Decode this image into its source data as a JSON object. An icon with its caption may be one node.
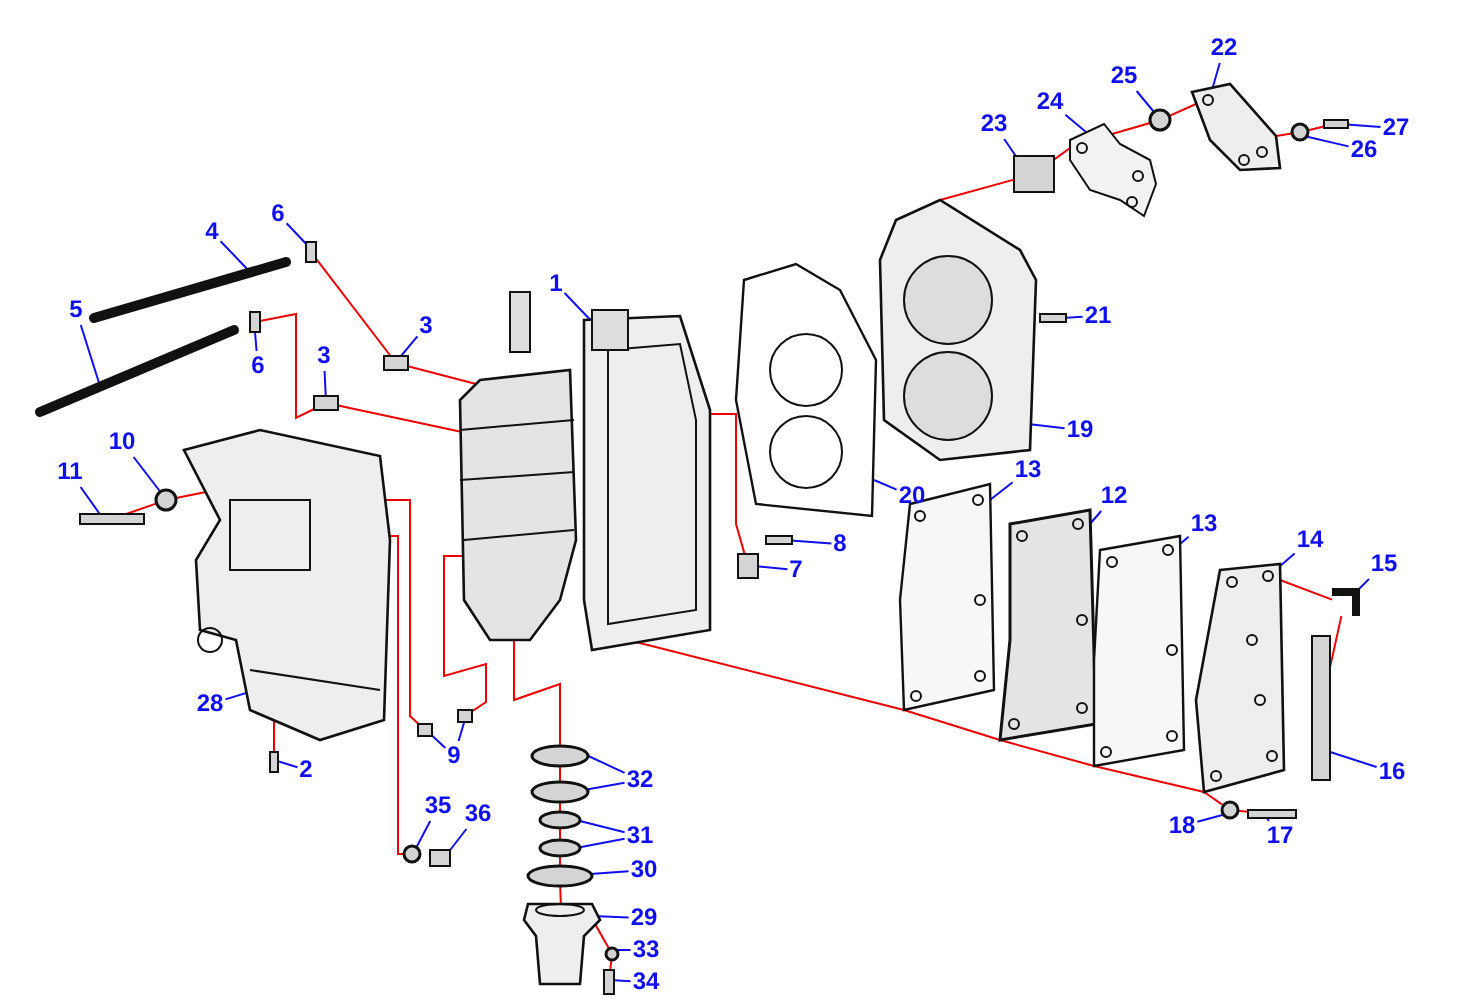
{
  "diagram": {
    "nodes": [
      {
        "text": [
          "22"
        ]
      },
      {
        "text": [
          "25"
        ]
      },
      {
        "text": [
          "24"
        ]
      },
      {
        "text": [
          "23"
        ]
      },
      {
        "text": [
          "27"
        ]
      },
      {
        "text": [
          "26"
        ]
      },
      {
        "text": [
          "6"
        ]
      },
      {
        "text": [
          "4"
        ]
      },
      {
        "text": [
          "1"
        ]
      },
      {
        "text": [
          "21"
        ]
      },
      {
        "text": [
          "3"
        ]
      },
      {
        "text": [
          "6"
        ]
      },
      {
        "text": [
          "3"
        ]
      },
      {
        "text": [
          "5"
        ]
      },
      {
        "text": [
          "19"
        ]
      },
      {
        "text": [
          "10"
        ]
      },
      {
        "text": [
          "13"
        ]
      },
      {
        "text": [
          "11"
        ]
      },
      {
        "text": [
          "20"
        ]
      },
      {
        "text": [
          "12"
        ]
      },
      {
        "text": [
          "13"
        ]
      },
      {
        "text": [
          "8"
        ]
      },
      {
        "text": [
          "14"
        ]
      },
      {
        "text": [
          "7"
        ]
      },
      {
        "text": [
          "15"
        ]
      },
      {
        "text": [
          "28"
        ]
      },
      {
        "text": [
          "9"
        ]
      },
      {
        "text": [
          "2"
        ]
      },
      {
        "text": [
          "16"
        ]
      },
      {
        "text": [
          "32"
        ]
      },
      {
        "text": [
          "35"
        ]
      },
      {
        "text": [
          "36"
        ]
      },
      {
        "text": [
          "18"
        ]
      },
      {
        "text": [
          "31"
        ]
      },
      {
        "text": [
          "17"
        ]
      },
      {
        "text": [
          "30"
        ]
      },
      {
        "text": [
          "29"
        ]
      },
      {
        "text": [
          "33"
        ]
      },
      {
        "text": [
          "34"
        ]
      },
      {
        "text": [],
        "shape": "picture"
      },
      {
        "text": [],
        "shape": "picture"
      },
      {
        "text": [],
        "shape": "box"
      },
      {
        "text": [],
        "shape": "box"
      },
      {
        "text": [],
        "shape": "box"
      },
      {
        "text": [],
        "shape": "box"
      },
      {
        "text": [],
        "shape": "picture"
      },
      {
        "text": [],
        "shape": "picture"
      },
      {
        "text": [],
        "shape": "picture"
      },
      {
        "text": [],
        "shape": "box"
      },
      {
        "text": [],
        "shape": "box"
      },
      {
        "text": [],
        "shape": "picture"
      },
      {
        "text": [],
        "shape": "picture"
      },
      {
        "text": [],
        "shape": "box"
      },
      {
        "text": [],
        "shape": "box"
      },
      {
        "text": [],
        "shape": "picture"
      },
      {
        "text": [],
        "shape": "circle"
      },
      {
        "text": [],
        "shape": "picture"
      },
      {
        "text": [],
        "shape": "circle"
      },
      {
        "text": [],
        "shape": "box"
      },
      {
        "text": [],
        "shape": "picture"
      },
      {
        "text": [],
        "shape": "picture"
      },
      {
        "text": [],
        "shape": "picture"
      },
      {
        "text": [],
        "shape": "picture"
      },
      {
        "text": [],
        "shape": "picture"
      },
      {
        "text": [],
        "shape": "box"
      },
      {
        "text": [],
        "shape": "circle"
      },
      {
        "text": [],
        "shape": "box"
      },
      {
        "text": [],
        "shape": "box"
      },
      {
        "text": [],
        "shape": "circle"
      },
      {
        "text": [],
        "shape": "box"
      },
      {
        "text": [],
        "shape": "box"
      },
      {
        "text": [],
        "shape": "box"
      },
      {
        "text": [],
        "shape": "circle"
      },
      {
        "text": [],
        "shape": "box"
      },
      {
        "text": [],
        "shape": "circle"
      },
      {
        "text": [],
        "shape": "circle"
      },
      {
        "text": [],
        "shape": "circle"
      },
      {
        "text": [],
        "shape": "circle"
      },
      {
        "text": [],
        "shape": "circle"
      },
      {
        "text": [],
        "shape": "picture"
      },
      {
        "text": [],
        "shape": "circle"
      },
      {
        "text": [],
        "shape": "box"
      }
    ],
    "edges": [
      {
        "from": 0,
        "to": 56,
        "arrow": "none"
      },
      {
        "from": 1,
        "to": 55,
        "arrow": "none"
      },
      {
        "from": 2,
        "to": 54,
        "arrow": "none"
      },
      {
        "from": 3,
        "to": 53,
        "arrow": "none"
      },
      {
        "from": 4,
        "to": 58,
        "arrow": "none"
      },
      {
        "from": 5,
        "to": 57,
        "arrow": "none"
      },
      {
        "from": 6,
        "to": 41,
        "arrow": "none"
      },
      {
        "from": 7,
        "to": 39,
        "arrow": "none"
      },
      {
        "from": 8,
        "to": 46,
        "arrow": "none"
      },
      {
        "from": 9,
        "to": 52,
        "arrow": "none"
      },
      {
        "from": 10,
        "to": 43,
        "arrow": "none"
      },
      {
        "from": 11,
        "to": 42,
        "arrow": "none"
      },
      {
        "from": 12,
        "to": 44,
        "arrow": "none"
      },
      {
        "from": 13,
        "to": 40,
        "arrow": "none"
      },
      {
        "from": 14,
        "to": 51,
        "arrow": "none"
      },
      {
        "from": 15,
        "to": 68,
        "arrow": "none"
      },
      {
        "from": 16,
        "to": 59,
        "arrow": "none"
      },
      {
        "from": 17,
        "to": 67,
        "arrow": "none"
      },
      {
        "from": 18,
        "to": 50,
        "arrow": "none"
      },
      {
        "from": 19,
        "to": 60,
        "arrow": "none"
      },
      {
        "from": 20,
        "to": 61,
        "arrow": "none"
      },
      {
        "from": 21,
        "to": 49,
        "arrow": "none"
      },
      {
        "from": 22,
        "to": 62,
        "arrow": "none"
      },
      {
        "from": 23,
        "to": 48,
        "arrow": "none"
      },
      {
        "from": 24,
        "to": 63,
        "arrow": "none"
      },
      {
        "from": 25,
        "to": 45,
        "arrow": "none"
      },
      {
        "from": 26,
        "to": 69,
        "arrow": "none"
      },
      {
        "from": 26,
        "to": 70,
        "arrow": "none"
      },
      {
        "from": 27,
        "to": 71,
        "arrow": "none"
      },
      {
        "from": 28,
        "to": 64,
        "arrow": "none"
      },
      {
        "from": 29,
        "to": 74,
        "arrow": "none"
      },
      {
        "from": 29,
        "to": 75,
        "arrow": "none"
      },
      {
        "from": 30,
        "to": 72,
        "arrow": "none"
      },
      {
        "from": 31,
        "to": 73,
        "arrow": "none"
      },
      {
        "from": 32,
        "to": 65,
        "arrow": "none"
      },
      {
        "from": 33,
        "to": 76,
        "arrow": "none"
      },
      {
        "from": 33,
        "to": 77,
        "arrow": "none"
      },
      {
        "from": 34,
        "to": 66,
        "arrow": "none"
      },
      {
        "from": 35,
        "to": 78,
        "arrow": "none"
      },
      {
        "from": 36,
        "to": 79,
        "arrow": "none"
      },
      {
        "from": 37,
        "to": 80,
        "arrow": "none"
      },
      {
        "from": 38,
        "to": 81,
        "arrow": "none"
      },
      {
        "from": 41,
        "to": 43,
        "arrow": "none",
        "color": "#ee0000"
      },
      {
        "from": 43,
        "to": 47,
        "arrow": "none",
        "color": "#ee0000"
      },
      {
        "from": 42,
        "to": 44,
        "arrow": "none",
        "color": "#ee0000"
      },
      {
        "from": 44,
        "to": 47,
        "arrow": "none",
        "color": "#ee0000"
      },
      {
        "from": 67,
        "to": 68,
        "arrow": "none",
        "color": "#ee0000"
      },
      {
        "from": 68,
        "to": 45,
        "arrow": "none",
        "color": "#ee0000"
      },
      {
        "from": 45,
        "to": 69,
        "arrow": "none",
        "color": "#ee0000"
      },
      {
        "from": 45,
        "to": 72,
        "arrow": "none",
        "color": "#ee0000"
      },
      {
        "from": 45,
        "to": 71,
        "arrow": "none",
        "color": "#ee0000"
      },
      {
        "from": 47,
        "to": 70,
        "arrow": "none",
        "color": "#ee0000"
      },
      {
        "from": 47,
        "to": 74,
        "arrow": "none",
        "color": "#ee0000"
      },
      {
        "from": 74,
        "to": 75,
        "arrow": "none",
        "color": "#ee0000"
      },
      {
        "from": 75,
        "to": 76,
        "arrow": "none",
        "color": "#ee0000"
      },
      {
        "from": 76,
        "to": 77,
        "arrow": "none",
        "color": "#ee0000"
      },
      {
        "from": 77,
        "to": 78,
        "arrow": "none",
        "color": "#ee0000"
      },
      {
        "from": 78,
        "to": 79,
        "arrow": "none",
        "color": "#ee0000"
      },
      {
        "from": 79,
        "to": 80,
        "arrow": "none",
        "color": "#ee0000"
      },
      {
        "from": 80,
        "to": 81,
        "arrow": "none",
        "color": "#ee0000"
      },
      {
        "from": 46,
        "to": 48,
        "arrow": "none",
        "color": "#ee0000"
      },
      {
        "from": 46,
        "to": 59,
        "arrow": "none",
        "color": "#ee0000"
      },
      {
        "from": 59,
        "to": 60,
        "arrow": "none",
        "color": "#ee0000"
      },
      {
        "from": 60,
        "to": 61,
        "arrow": "none",
        "color": "#ee0000"
      },
      {
        "from": 61,
        "to": 62,
        "arrow": "none",
        "color": "#ee0000"
      },
      {
        "from": 62,
        "to": 65,
        "arrow": "none",
        "color": "#ee0000"
      },
      {
        "from": 65,
        "to": 66,
        "arrow": "none",
        "color": "#ee0000"
      },
      {
        "from": 51,
        "to": 53,
        "arrow": "none",
        "color": "#ee0000"
      },
      {
        "from": 53,
        "to": 54,
        "arrow": "none",
        "color": "#ee0000"
      },
      {
        "from": 54,
        "to": 55,
        "arrow": "none",
        "color": "#ee0000"
      },
      {
        "from": 55,
        "to": 56,
        "arrow": "none",
        "color": "#ee0000"
      },
      {
        "from": 56,
        "to": 57,
        "arrow": "none",
        "color": "#ee0000"
      },
      {
        "from": 57,
        "to": 58,
        "arrow": "none",
        "color": "#ee0000"
      },
      {
        "from": 62,
        "to": 63,
        "arrow": "none",
        "color": "#ee0000"
      },
      {
        "from": 63,
        "to": 64,
        "arrow": "none",
        "color": "#ee0000"
      }
    ]
  }
}
